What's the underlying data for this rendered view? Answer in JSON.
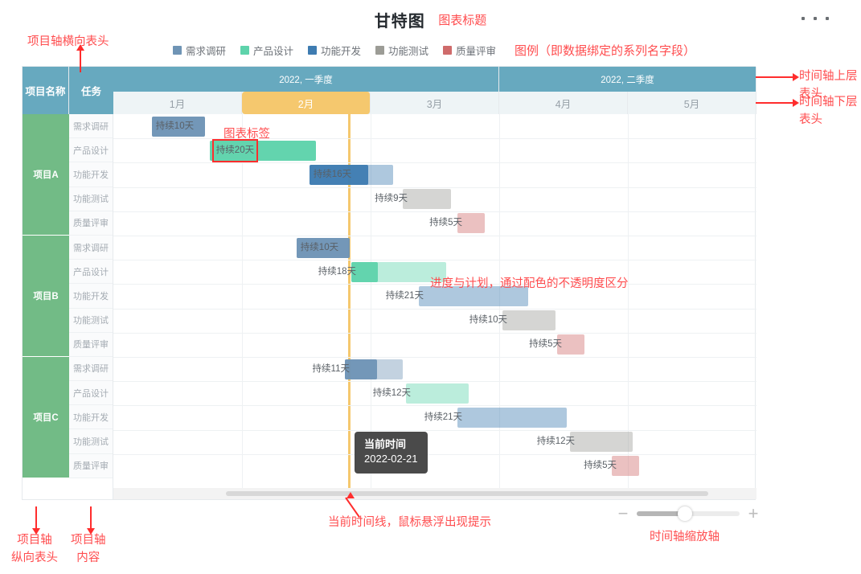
{
  "header": {
    "title": "甘特图",
    "title_note": "图表标题",
    "more_menu": "more-options"
  },
  "legend": {
    "note": "图例（即数据绑定的系列名字段）",
    "items": [
      {
        "label": "需求调研",
        "color": "#6f94b5"
      },
      {
        "label": "产品设计",
        "color": "#5ed3ab"
      },
      {
        "label": "功能开发",
        "color": "#3e7cb1"
      },
      {
        "label": "功能测试",
        "color": "#9c9c96"
      },
      {
        "label": "质量评审",
        "color": "#cf6b6b"
      }
    ]
  },
  "table": {
    "project_header": "项目名称",
    "task_header": "任务",
    "header_bg": "#67a9bf",
    "project_cell_bg": "#72bb86"
  },
  "timeline": {
    "quarters": [
      {
        "label": "2022, 一季度",
        "months": 3
      },
      {
        "label": "2022, 二季度",
        "months": 2
      }
    ],
    "months": [
      "1月",
      "2月",
      "3月",
      "4月",
      "5月"
    ],
    "current_month": "2月",
    "current_month_bg": "#f5c86e",
    "now_line_color": "#f5c86e"
  },
  "tooltip": {
    "title": "当前时间",
    "value": "2022-02-21"
  },
  "chart_data": {
    "type": "bar",
    "title": "甘特图",
    "subtype": "gantt",
    "axis_unit": "month",
    "projects": [
      {
        "name": "项目A",
        "tasks": [
          {
            "task": "需求调研",
            "label": "持续10天",
            "days": 10,
            "start_pct": 6.0,
            "width_pct": 8.2,
            "progress_pct": 100,
            "color": "#6f94b5",
            "label_pos": "inside",
            "label_highlight": false
          },
          {
            "task": "产品设计",
            "label": "持续20天",
            "days": 20,
            "start_pct": 15.0,
            "width_pct": 16.5,
            "progress_pct": 100,
            "color": "#5ed3ab",
            "label_pos": "inside",
            "label_highlight": true
          },
          {
            "task": "功能开发",
            "label": "持续16天",
            "days": 16,
            "start_pct": 30.5,
            "width_pct": 13.0,
            "progress_pct": 70,
            "color": "#3e7cb1",
            "label_pos": "inside",
            "label_highlight": false
          },
          {
            "task": "功能测试",
            "label": "持续9天",
            "days": 9,
            "start_pct": 45.0,
            "width_pct": 7.5,
            "progress_pct": 0,
            "color": "#9c9c96",
            "label_pos": "left",
            "label_highlight": false
          },
          {
            "task": "质量评审",
            "label": "持续5天",
            "days": 5,
            "start_pct": 53.5,
            "width_pct": 4.2,
            "progress_pct": 0,
            "color": "#cf6b6b",
            "label_pos": "left",
            "label_highlight": false
          }
        ]
      },
      {
        "name": "项目B",
        "tasks": [
          {
            "task": "需求调研",
            "label": "持续10天",
            "days": 10,
            "start_pct": 28.5,
            "width_pct": 8.2,
            "progress_pct": 100,
            "color": "#6f94b5",
            "label_pos": "inside",
            "label_highlight": false
          },
          {
            "task": "产品设计",
            "label": "持续18天",
            "days": 18,
            "start_pct": 37.0,
            "width_pct": 14.8,
            "progress_pct": 28,
            "color": "#5ed3ab",
            "label_pos": "left",
            "label_highlight": false
          },
          {
            "task": "功能开发",
            "label": "持续21天",
            "days": 21,
            "start_pct": 47.5,
            "width_pct": 17.0,
            "progress_pct": 0,
            "color": "#3e7cb1",
            "label_pos": "left",
            "label_highlight": false
          },
          {
            "task": "功能测试",
            "label": "持续10天",
            "days": 10,
            "start_pct": 60.5,
            "width_pct": 8.2,
            "progress_pct": 0,
            "color": "#9c9c96",
            "label_pos": "left",
            "label_highlight": false
          },
          {
            "task": "质量评审",
            "label": "持续5天",
            "days": 5,
            "start_pct": 69.0,
            "width_pct": 4.2,
            "progress_pct": 0,
            "color": "#cf6b6b",
            "label_pos": "left",
            "label_highlight": false
          }
        ]
      },
      {
        "name": "项目C",
        "tasks": [
          {
            "task": "需求调研",
            "label": "持续11天",
            "days": 11,
            "start_pct": 36.0,
            "width_pct": 9.0,
            "progress_pct": 55,
            "color": "#6f94b5",
            "label_pos": "left",
            "label_highlight": false
          },
          {
            "task": "产品设计",
            "label": "持续12天",
            "days": 12,
            "start_pct": 45.5,
            "width_pct": 9.8,
            "progress_pct": 0,
            "color": "#5ed3ab",
            "label_pos": "left",
            "label_highlight": false
          },
          {
            "task": "功能开发",
            "label": "持续21天",
            "days": 21,
            "start_pct": 53.5,
            "width_pct": 17.0,
            "progress_pct": 0,
            "color": "#3e7cb1",
            "label_pos": "left",
            "label_highlight": false
          },
          {
            "task": "功能测试",
            "label": "持续12天",
            "days": 12,
            "start_pct": 71.0,
            "width_pct": 9.8,
            "progress_pct": 0,
            "color": "#9c9c96",
            "label_pos": "left",
            "label_highlight": false
          },
          {
            "task": "质量评审",
            "label": "持续5天",
            "days": 5,
            "start_pct": 77.5,
            "width_pct": 4.2,
            "progress_pct": 0,
            "color": "#cf6b6b",
            "label_pos": "left",
            "label_highlight": false
          }
        ]
      }
    ],
    "now_line_pct": 36.5,
    "legend_position": "top-center",
    "grid": true
  },
  "annotations": {
    "top_left": "项目轴横向表头",
    "legend": "图例（即数据绑定的系列名字段）",
    "bar_label": "图表标签",
    "timeline_upper": "时间轴上层表头",
    "timeline_lower": "时间轴下层表头",
    "progress_plan": "进度与计划，通过配色的不透明度区分",
    "now_line": "当前时间线，鼠标悬浮出现提示",
    "project_axis_header": "项目轴\n纵向表头",
    "project_axis_content": "项目轴\n内容",
    "zoom_axis": "时间轴缩放轴"
  },
  "scrollbar": {
    "name": "horizontal-scrollbar"
  },
  "zoom_control": {
    "minus": "−",
    "plus": "+"
  }
}
